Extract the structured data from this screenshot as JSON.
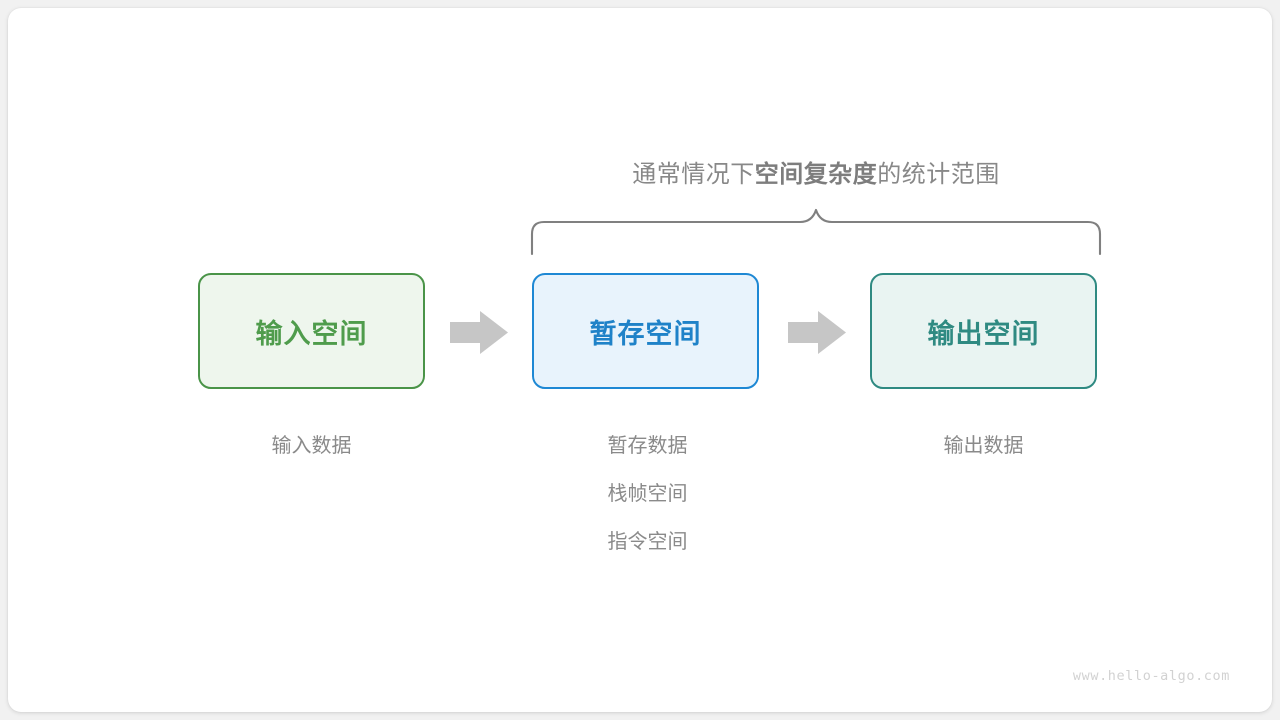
{
  "page": {
    "background_color": "#f1f1f1",
    "card_color": "#ffffff",
    "watermark": "www.hello-algo.com"
  },
  "diagram": {
    "title": {
      "prefix": "通常情况下",
      "emphasis": "空间复杂度",
      "suffix": "的统计范围",
      "color": "#888888"
    },
    "brace": {
      "name": "scope-brace",
      "color": "#808080"
    },
    "boxes": [
      {
        "id": "input",
        "label": "输入空间",
        "fill": "#eef6ed",
        "border": "#4a9448",
        "text_color": "#4f9c4c",
        "captions": [
          "输入数据"
        ]
      },
      {
        "id": "temp",
        "label": "暂存空间",
        "fill": "#e8f3fc",
        "border": "#1e88d4",
        "text_color": "#1f82c8",
        "captions": [
          "暂存数据",
          "栈帧空间",
          "指令空间"
        ]
      },
      {
        "id": "output",
        "label": "输出空间",
        "fill": "#e9f4f2",
        "border": "#2f8a82",
        "text_color": "#2f8a82",
        "captions": [
          "输出数据"
        ]
      }
    ],
    "arrows": [
      {
        "id": "arrow-1",
        "direction": "right",
        "color": "#c6c6c6"
      },
      {
        "id": "arrow-2",
        "direction": "right",
        "color": "#c6c6c6"
      }
    ]
  }
}
